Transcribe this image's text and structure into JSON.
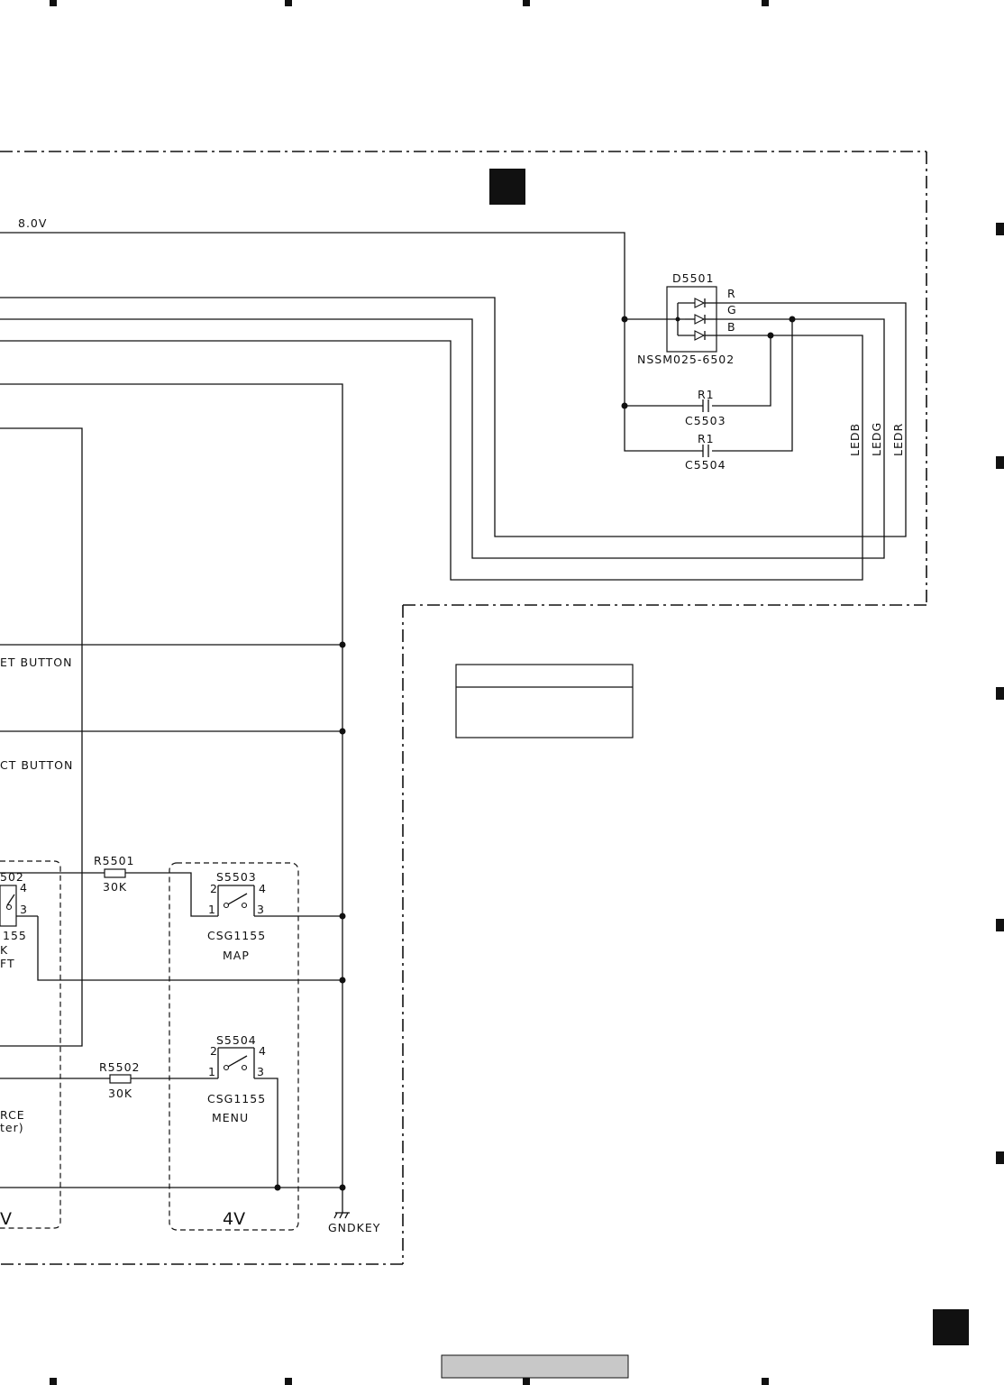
{
  "labels": {
    "supply": "8.0V",
    "led_ref": "D5501",
    "led_part": "NSSM025-6502",
    "pin_r": "R",
    "pin_g": "G",
    "pin_b": "B",
    "cap1_val": "R1",
    "cap1_ref": "C5503",
    "cap2_val": "R1",
    "cap2_ref": "C5504",
    "net_ledb": "LEDB",
    "net_ledg": "LEDG",
    "net_ledr": "LEDR",
    "btn1_partial": "ET BUTTON",
    "btn2_partial": "CT BUTTON",
    "r5501_ref": "R5501",
    "r5501_val": "30K",
    "r5502_ref": "R5502",
    "r5502_val": "30K",
    "s5503_ref": "S5503",
    "s5503_part": "CSG1155",
    "s5503_name": "MAP",
    "s5504_ref": "S5504",
    "s5504_part": "CSG1155",
    "s5504_name": "MENU",
    "s5502_partial_ref": "502",
    "s5502_partial_part": "155",
    "s5502_partial_line1": "K",
    "s5502_partial_line2": "FT",
    "source_partial1": "RCE",
    "source_partial2": "ter)",
    "group_left": "V",
    "group_right": "4V",
    "ground": "GNDKEY",
    "pin1": "1",
    "pin2": "2",
    "pin3": "3",
    "pin4": "4"
  }
}
